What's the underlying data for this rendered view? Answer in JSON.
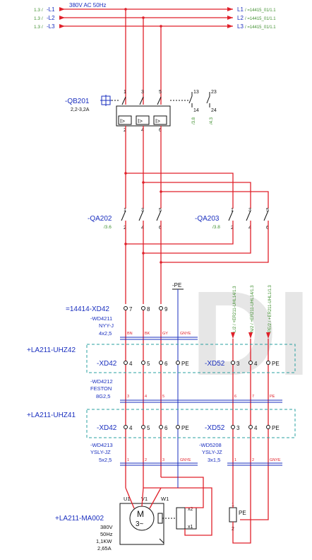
{
  "supply": {
    "voltage": "380V AC 50Hz",
    "lines": [
      {
        "ref": "1.3 /",
        "name": "-L1",
        "out": "L1",
        "target": "/ =14415_01/1.1"
      },
      {
        "ref": "1.3 /",
        "name": "-L2",
        "out": "L2",
        "target": "/ =14415_01/1.1"
      },
      {
        "ref": "1.3 /",
        "name": "-L3",
        "out": "L3",
        "target": "/ =14415_01/1.1"
      }
    ]
  },
  "qb201": {
    "name": "-QB201",
    "rating": "2,2-3,2A",
    "top_terms": [
      "1",
      "3",
      "5"
    ],
    "bottom_terms": [
      "2",
      "4",
      "6"
    ],
    "trip": "I>",
    "aux_top": [
      "13",
      "23"
    ],
    "aux_bottom": [
      "14",
      "24"
    ],
    "aux_refs": [
      "/3.8",
      "/4.3"
    ]
  },
  "qa202": {
    "name": "-QA202",
    "ref": "/3.6",
    "top": [
      "1",
      "3",
      "5"
    ],
    "bottom": [
      "2",
      "4",
      "6"
    ]
  },
  "qa203": {
    "name": "-QA203",
    "ref": "/3.8",
    "top": [
      "1",
      "3",
      "5"
    ],
    "bottom": [
      "2",
      "4",
      "6"
    ]
  },
  "pe_label": "-PE",
  "xd42_top": {
    "name": "=14414-XD42",
    "terms": [
      "7",
      "8",
      "9"
    ]
  },
  "xd52_refs": [
    "L/2 / +ER211-UHL14/1.3",
    "N/2 / +ER211-UHL14/1.3",
    "PE/2 / +ER211-UHL1/1.3"
  ],
  "wd4211": {
    "name": "-WD4211",
    "type": "NYY-J",
    "size": "4x2,5",
    "cores": [
      "BN",
      "BK",
      "GY",
      "GNYE"
    ]
  },
  "uhz42": {
    "name": "+LA211-UHZ42",
    "xd42": {
      "name": "-XD42",
      "terms": [
        "4",
        "5",
        "6",
        "PE"
      ]
    },
    "xd52": {
      "name": "-XD52",
      "terms": [
        "3",
        "4",
        "PE"
      ]
    }
  },
  "wd4212": {
    "name": "-WD4212",
    "type": "FESTON",
    "size": "8G2,5",
    "cores": [
      "3",
      "4",
      "5",
      "6",
      "7",
      "PE"
    ]
  },
  "uhz41": {
    "name": "+LA211-UHZ41",
    "xd42": {
      "name": "-XD42",
      "terms": [
        "4",
        "5",
        "6",
        "PE"
      ]
    },
    "xd52": {
      "name": "-XD52",
      "terms": [
        "3",
        "4",
        "PE"
      ]
    }
  },
  "wd4213": {
    "name": "-WD4213",
    "type": "YSLY-JZ",
    "size": "5x2,5",
    "cores": [
      "1",
      "2",
      "3",
      "GNYE"
    ]
  },
  "wd5208": {
    "name": "-WD5208",
    "type": "YSLY-JZ",
    "size": "3x1,5",
    "cores": [
      "1",
      "2",
      "GNYE"
    ]
  },
  "motor": {
    "name": "+LA211-MA002",
    "terms": [
      "U1",
      "V1",
      "W1"
    ],
    "symbol": "M",
    "phase": "3~",
    "brake_terms": [
      "x2",
      "x1"
    ],
    "specs": [
      "380V",
      "50Hz",
      "1,1KW",
      "2,65A"
    ]
  },
  "heater": {
    "terms": [
      "1",
      "2"
    ],
    "pe": "PE"
  },
  "watermark": "DI",
  "colors": {
    "wire": "#e0202a",
    "label": "#1a2fbf",
    "ref": "#3f8f2e",
    "box": "#2aa0a0"
  }
}
